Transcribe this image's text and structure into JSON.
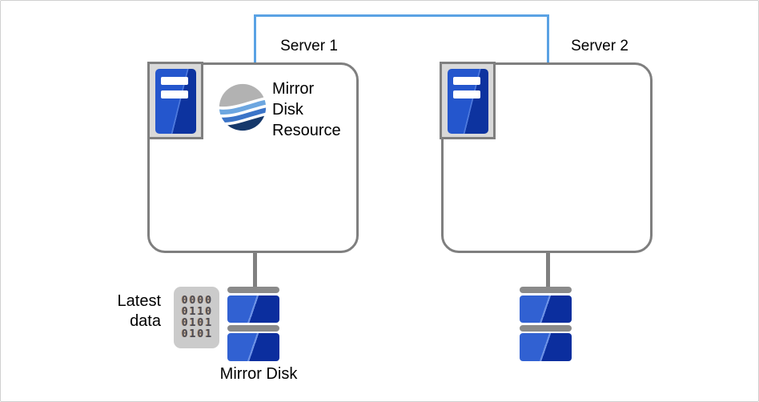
{
  "diagram": {
    "link": {
      "description": "interconnect line between Server 1 and Server 2",
      "color": "#5aa2e4"
    },
    "server1": {
      "label": "Server 1",
      "resource_label": "Mirror\nDisk\nResource",
      "latest_data_label": "Latest\ndata",
      "disk_label": "Mirror Disk",
      "binary_rows": [
        "0000",
        "0110",
        "0101",
        "0101"
      ]
    },
    "server2": {
      "label": "Server 2"
    },
    "icons": {
      "server_tower": "server-tower-icon",
      "mirror_resource": "mirror-wave-sphere-icon",
      "disk_stack": "disk-stack-icon",
      "binary_data": "binary-data-icon"
    },
    "colors": {
      "link_blue": "#5aa2e4",
      "box_border_gray": "#7f7f7f",
      "connector_gray": "#808080",
      "disk_bar_gray": "#8a8a8a",
      "disk_blue_light": "#3161d2",
      "disk_blue_dark": "#0b2e9e",
      "tower_blue_light": "#2456cd",
      "tower_blue_dark": "#0d339f",
      "icon_frame_bg": "#d9d9d9",
      "binary_bg": "#cbcbcb",
      "binary_digit": "#4b4b55",
      "wave_gray": "#b2b2b2",
      "wave_light_blue": "#6ca6e0",
      "wave_mid_blue": "#3b74c8",
      "wave_navy": "#15386b",
      "text": "#000000"
    }
  }
}
